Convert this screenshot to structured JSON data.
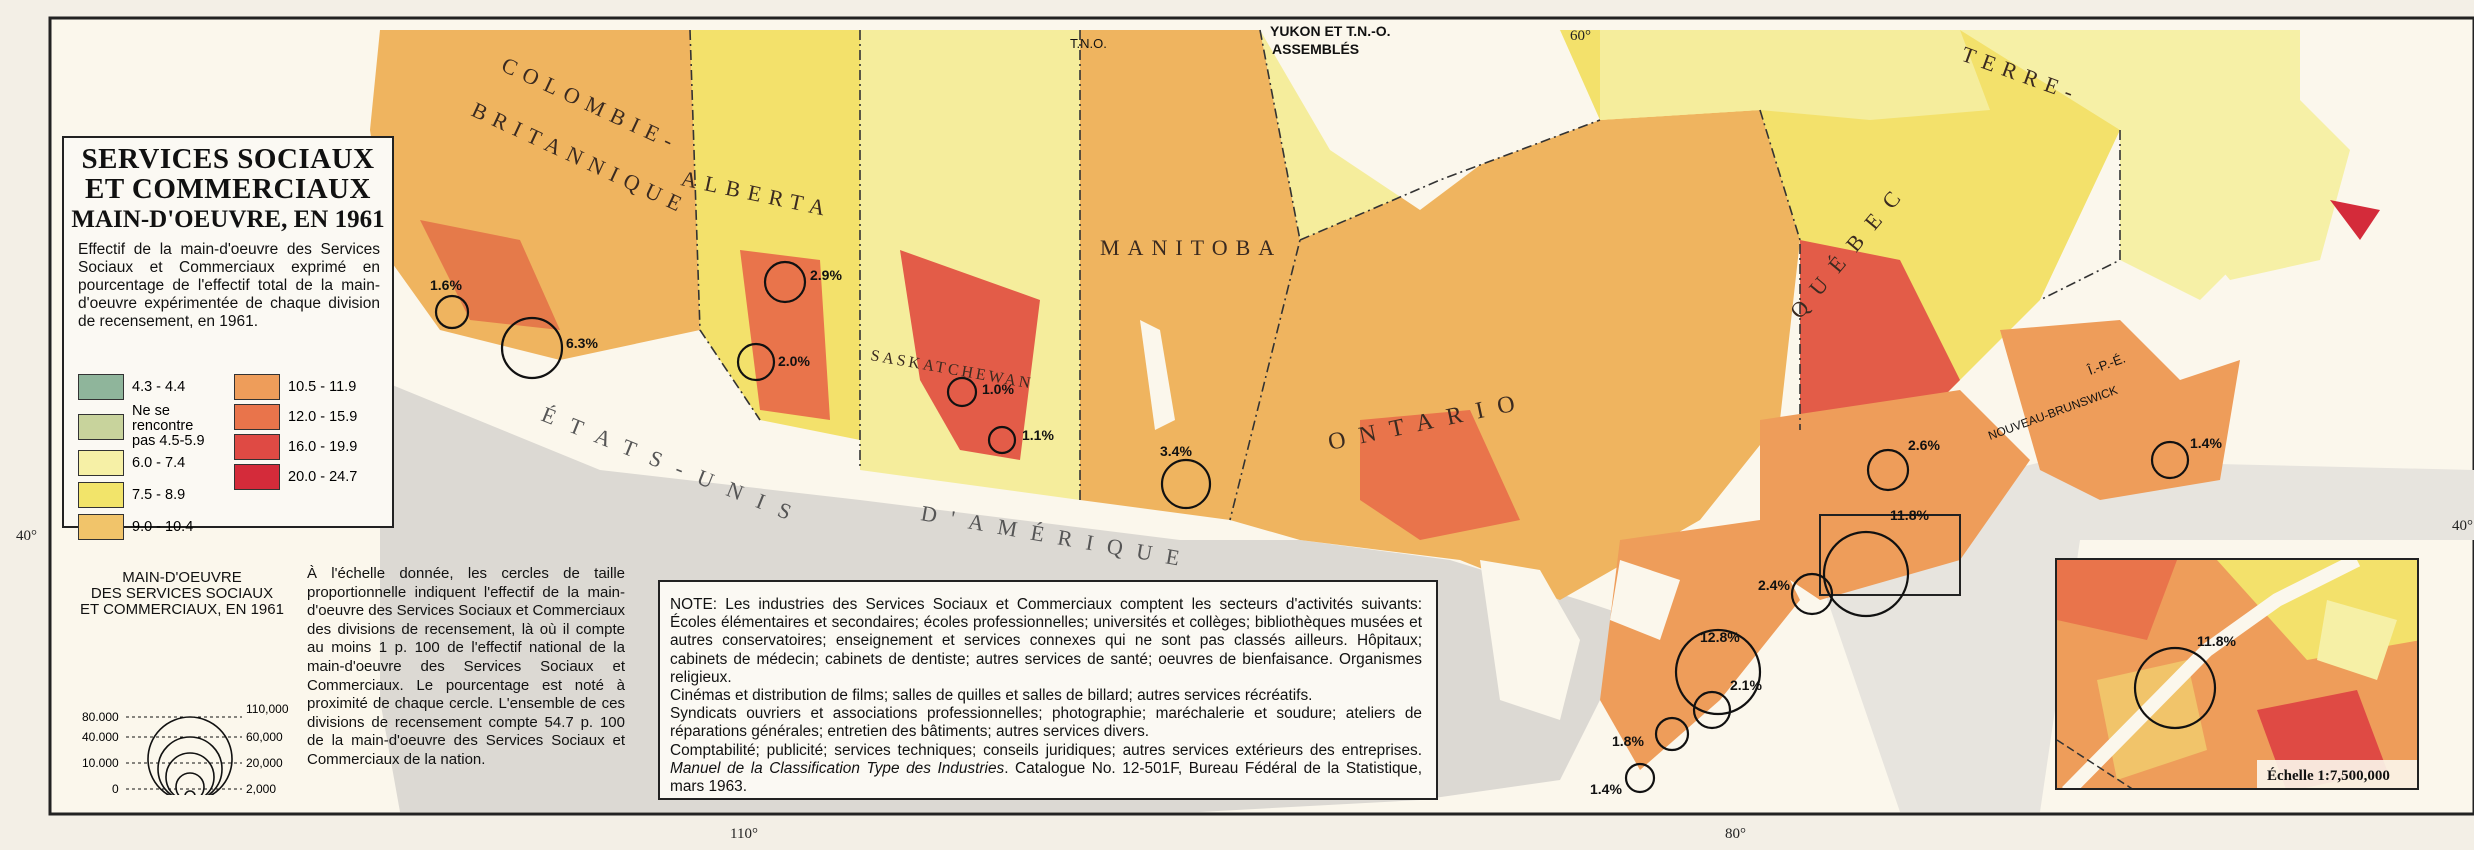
{
  "legend": {
    "title_line1": "SERVICES SOCIAUX",
    "title_line2": "ET COMMERCIAUX",
    "title_line3": "MAIN-D'OEUVRE, EN 1961",
    "description": "Effectif de la main-d'oeuvre des Services Sociaux et Commerciaux exprimé en pourcentage de l'effectif total de la main-d'oeuvre expérimentée de chaque division de recensement, en 1961.",
    "classes": [
      {
        "label": "4.3 - 4.4",
        "color": "#8fb59b"
      },
      {
        "label": "Ne se rencontre pas 4.5-5.9",
        "color": "#c8d39c"
      },
      {
        "label": "6.0 - 7.4",
        "color": "#f6f0a6"
      },
      {
        "label": "7.5 - 8.9",
        "color": "#f2e46a"
      },
      {
        "label": "9.0 - 10.4",
        "color": "#f1c46a"
      },
      {
        "label": "10.5 - 11.9",
        "color": "#ee9d5a"
      },
      {
        "label": "12.0 - 15.9",
        "color": "#e9744b"
      },
      {
        "label": "16.0 - 19.9",
        "color": "#df4a44"
      },
      {
        "label": "20.0 - 24.7",
        "color": "#d42b3a"
      }
    ]
  },
  "circle_legend": {
    "title_line1": "MAIN-D'OEUVRE",
    "title_line2": "DES SERVICES SOCIAUX",
    "title_line3": "ET COMMERCIAUX, EN 1961",
    "left_values": [
      "80.000",
      "40.000",
      "10.000",
      "0"
    ],
    "right_values": [
      "110,000",
      "60,000",
      "20,000",
      "2,000"
    ]
  },
  "scale_text": "À l'échelle donnée, les cercles de taille proportionnelle indiquent l'effectif de la main-d'oeuvre des Services Sociaux et Commerciaux des divisions de recensement, là où il compte au moins 1 p. 100 de l'effectif national de la main-d'oeuvre des Services Sociaux et Commerciaux. Le pourcentage est noté à proximité de chaque cercle. L'ensemble de ces divisions de recensement compte 54.7 p. 100 de la main-d'oeuvre des Services Sociaux et Commerciaux de la nation.",
  "note": {
    "p1": "NOTE: Les industries des Services Sociaux et Commerciaux comptent les secteurs d'activités suivants: Écoles élémentaires et secondaires; écoles professionnelles; universités et collèges; bibliothèques musées et autres conservatoires; enseignement et services connexes qui ne sont pas classés ailleurs. Hôpitaux; cabinets de médecin; cabinets de dentiste; autres services de santé; oeuvres de bienfaisance. Organismes religieux.",
    "p2": "Cinémas et distribution de films; salles de quilles et salles de billard; autres services récréatifs.",
    "p3": "Syndicats ouvriers et associations professionnelles; photographie; maréchalerie et soudure; ateliers de réparations générales; entretien des bâtiments; autres services divers.",
    "p4a": "Comptabilité; publicité; services techniques; conseils juridiques; autres services extérieurs des entreprises. ",
    "p4b": "Manuel de la Classification Type des Industries",
    "p4c": ". Catalogue No. 12-501F, Bureau Fédéral de la Statistique, mars 1963."
  },
  "map_labels": {
    "yukon_line1": "YUKON ET T.N.-O.",
    "yukon_line2": "ASSEMBLÉS",
    "tno": "T.N.O.",
    "colombie": "COLOMBIE-",
    "britannique": "BRITANNIQUE",
    "alberta": "ALBERTA",
    "saskatchewan": "SASKATCHEWAN",
    "manitoba": "MANITOBA",
    "ontario": "ONTARIO",
    "quebec": "QUÉBEC",
    "terre": "TERRE-",
    "nouveau_brunswick": "NOUVEAU-BRUNSWICK",
    "ipe": "Î.-P.-É.",
    "etats_unis": "ÉTATS-UNIS",
    "damerique": "D'AMÉRIQUE",
    "inset_scale": "Échelle 1:7,500,000"
  },
  "coordinates": {
    "lon60": "60°",
    "lon110": "110°",
    "lon80": "80°",
    "lat40_left": "40°",
    "lat40_right": "40°"
  },
  "circles": [
    {
      "label": "1.6%"
    },
    {
      "label": "6.3%"
    },
    {
      "label": "2.9%"
    },
    {
      "label": "2.0%"
    },
    {
      "label": "1.0%"
    },
    {
      "label": "1.1%"
    },
    {
      "label": "3.4%"
    },
    {
      "label": "2.6%"
    },
    {
      "label": "1.4%"
    },
    {
      "label": "11.8%"
    },
    {
      "label": "2.4%"
    },
    {
      "label": "12.8%"
    },
    {
      "label": "2.1%"
    },
    {
      "label": "1.8%"
    },
    {
      "label": "1.4%"
    },
    {
      "label": "11.8%"
    }
  ]
}
